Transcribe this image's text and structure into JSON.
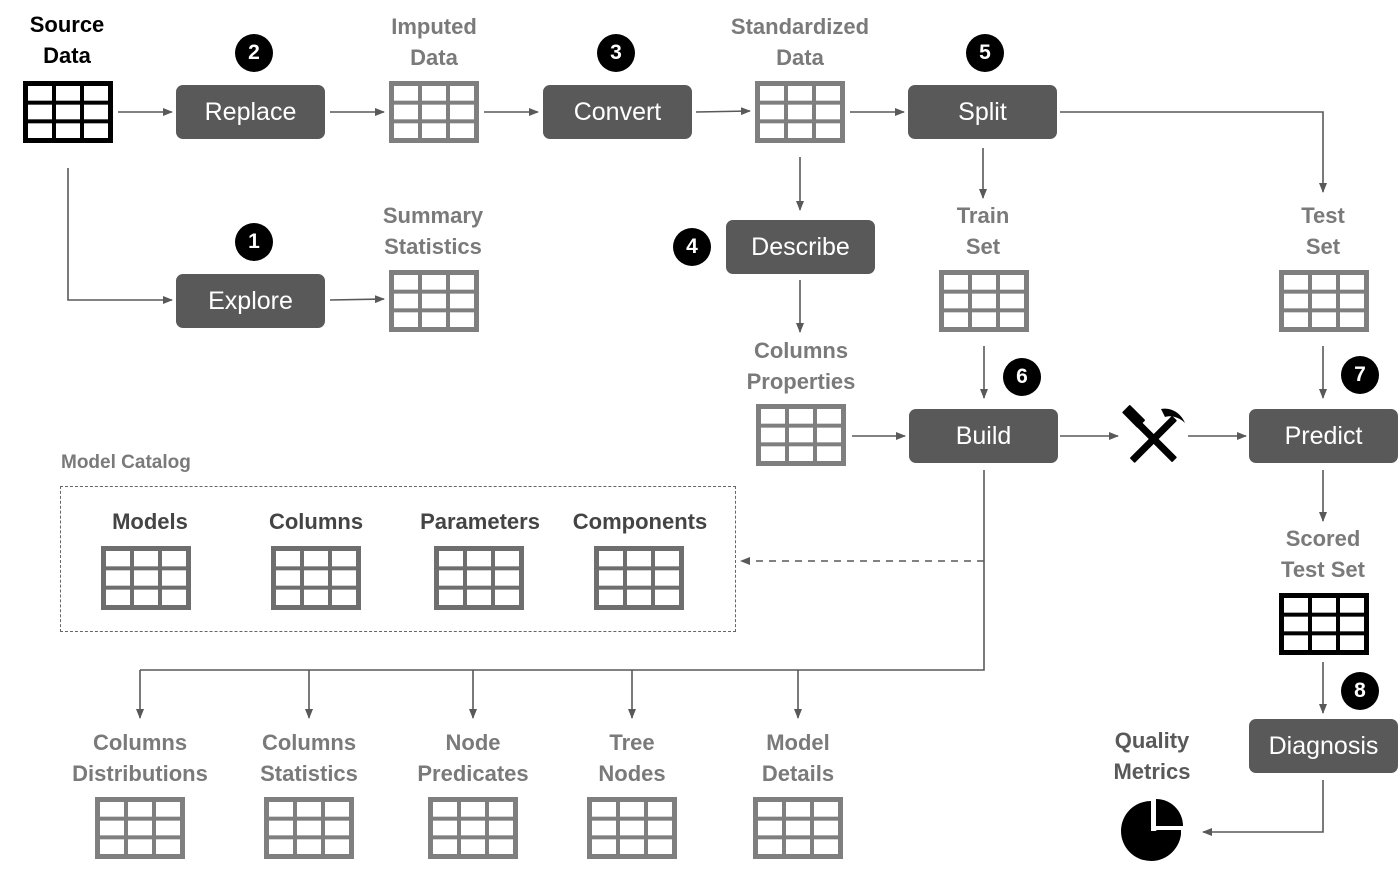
{
  "diagram": {
    "data_labels": {
      "source_data": [
        "Source",
        "Data"
      ],
      "imputed_data": [
        "Imputed",
        "Data"
      ],
      "standardized_data": [
        "Standardized",
        "Data"
      ],
      "summary_statistics": [
        "Summary",
        "Statistics"
      ],
      "train_set": [
        "Train",
        "Set"
      ],
      "test_set": [
        "Test",
        "Set"
      ],
      "columns_properties": [
        "Columns",
        "Properties"
      ],
      "scored_test_set": [
        "Scored",
        "Test Set"
      ],
      "quality_metrics": [
        "Quality",
        "Metrics"
      ],
      "columns_distributions": [
        "Columns",
        "Distributions"
      ],
      "columns_statistics": [
        "Columns",
        "Statistics"
      ],
      "node_predicates": [
        "Node",
        "Predicates"
      ],
      "tree_nodes": [
        "Tree",
        "Nodes"
      ],
      "model_details": [
        "Model",
        "Details"
      ]
    },
    "steps": {
      "replace": {
        "label": "Replace",
        "number": "2"
      },
      "explore": {
        "label": "Explore",
        "number": "1"
      },
      "convert": {
        "label": "Convert",
        "number": "3"
      },
      "describe": {
        "label": "Describe",
        "number": "4"
      },
      "split": {
        "label": "Split",
        "number": "5"
      },
      "build": {
        "label": "Build",
        "number": "6"
      },
      "predict": {
        "label": "Predict",
        "number": "7"
      },
      "diagnosis": {
        "label": "Diagnosis",
        "number": "8"
      }
    },
    "model_catalog": {
      "title": "Model Catalog",
      "items": [
        "Models",
        "Columns",
        "Parameters",
        "Components"
      ]
    },
    "icons": {
      "table": "table-grid-icon",
      "build_tool": "hammer-pick-icon",
      "metrics": "pie-chart-icon"
    },
    "colors": {
      "step_box": "#595959",
      "step_badge": "#000000",
      "gray_table": "#7f7f7f",
      "dark_table": "#000000",
      "catalog_table": "#6e6e6e",
      "arrow": "#595959",
      "muted_text": "#7a7a7a"
    }
  }
}
